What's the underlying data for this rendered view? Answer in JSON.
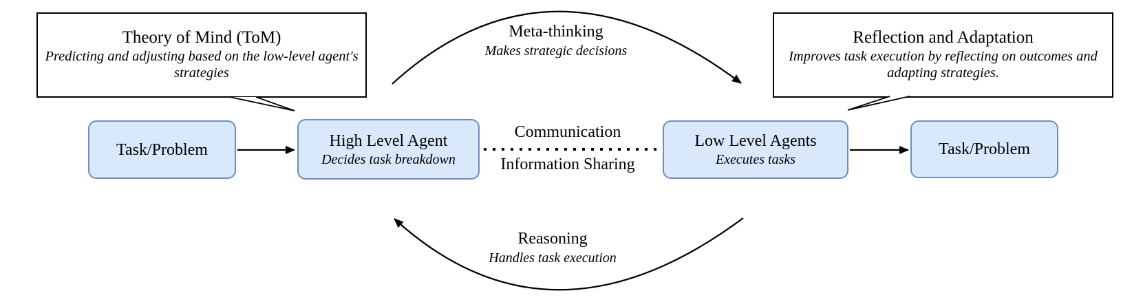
{
  "diagram": {
    "nodes": {
      "task_problem_left": {
        "label": "Task/Problem"
      },
      "high_level_agent": {
        "title": "High Level Agent",
        "subtitle": "Decides task breakdown"
      },
      "low_level_agents": {
        "title": "Low Level Agents",
        "subtitle": "Executes tasks"
      },
      "task_problem_right": {
        "label": "Task/Problem"
      }
    },
    "callouts": {
      "tom": {
        "title": "Theory of Mind (ToM)",
        "subtitle": "Predicting and adjusting based on the low-level agent's strategies"
      },
      "reflection": {
        "title": "Reflection and Adaptation",
        "subtitle": "Improves task execution by reflecting on outcomes and adapting strategies."
      }
    },
    "edges": {
      "meta_thinking": {
        "title": "Meta-thinking",
        "subtitle": "Makes strategic decisions"
      },
      "reasoning": {
        "title": "Reasoning",
        "subtitle": "Handles task execution"
      },
      "communication": {
        "line1": "Communication",
        "line2": "Information Sharing"
      }
    },
    "colors": {
      "node_fill": "#dae8fc",
      "node_border": "#6c8ebf",
      "callout_fill": "#ffffff",
      "callout_border": "#000000",
      "connector": "#000000",
      "background": "#ffffff"
    }
  }
}
